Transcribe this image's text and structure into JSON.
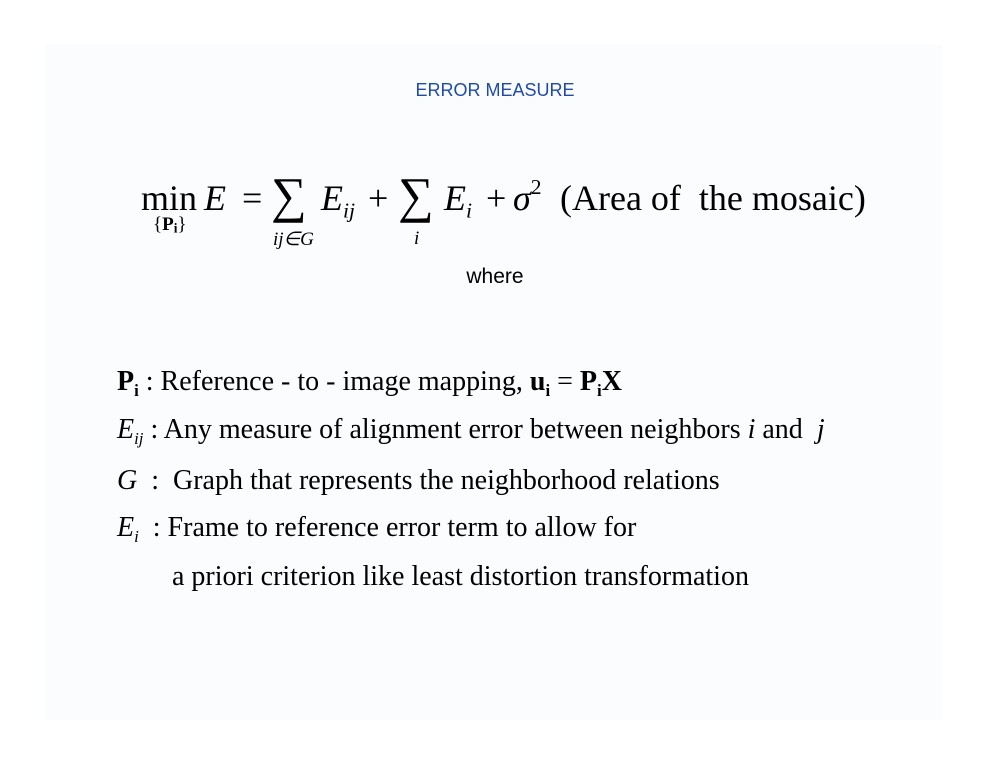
{
  "slide": {
    "title": "ERROR MEASURE",
    "equation": {
      "min": "min",
      "min_sub": "{Pi}",
      "lhs": "E",
      "eq": "=",
      "sum_symbol": "∑",
      "term1": "E",
      "term1_sub": "ij",
      "sum1_sub": "ij∈G",
      "plus": "+",
      "term2": "E",
      "term2_sub": "i",
      "sum2_sub": "i",
      "sigma": "σ",
      "sigma_sup": "2",
      "area_text": "(Area of  the mosaic)"
    },
    "where": "where",
    "definitions": [
      {
        "symbol": "P",
        "symbol_sub": "i",
        "text": " : Reference - to - image mapping, ",
        "extra": "u",
        "extra_sub": "i",
        "extra_eq": " = ",
        "extra2": "P",
        "extra2_sub": "i",
        "extra3": "X"
      },
      {
        "symbol": "E",
        "symbol_sub": "ij",
        "text": " : Any measure of alignment error between neighbors ",
        "var1": "i",
        "and": " and  ",
        "var2": "j"
      },
      {
        "symbol": "G",
        "text": "  :  Graph that represents the neighborhood relations"
      },
      {
        "symbol": "E",
        "symbol_sub": "i",
        "text": "  : Frame to reference error term to allow for"
      },
      {
        "text": "a priori criterion like least distortion transformation"
      }
    ]
  }
}
